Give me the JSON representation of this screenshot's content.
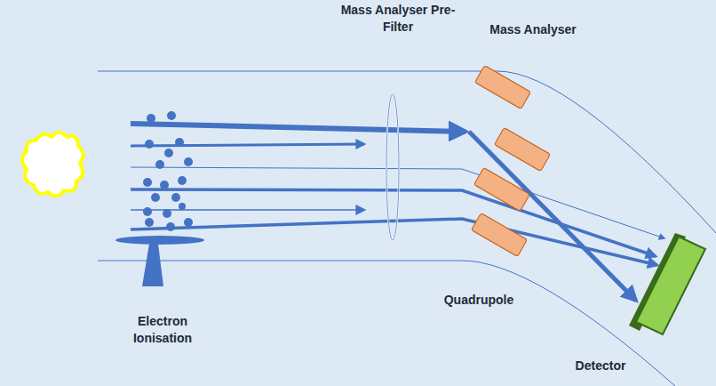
{
  "diagram": {
    "labels": [
      "Mass Analyser Pre-Filter",
      "Mass Analyser",
      "Quadrupole",
      "Electron Ionisation",
      "Detector"
    ]
  }
}
